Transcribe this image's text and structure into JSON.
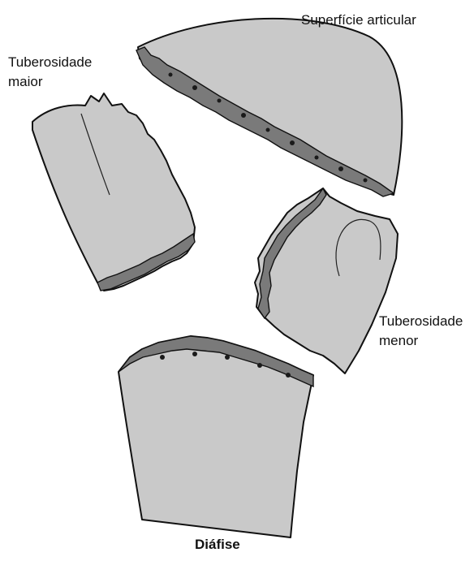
{
  "labels": {
    "articular_surface": "Superfície articular",
    "greater_tuberosity_line1": "Tuberosidade",
    "greater_tuberosity_line2": "maior",
    "lesser_tuberosity_line1": "Tuberosidade",
    "lesser_tuberosity_line2": "menor",
    "shaft": "Diáfise"
  },
  "colors": {
    "bone_fill": "#c9c9c9",
    "cancellous": "#7a7a7a",
    "outline": "#111111"
  }
}
